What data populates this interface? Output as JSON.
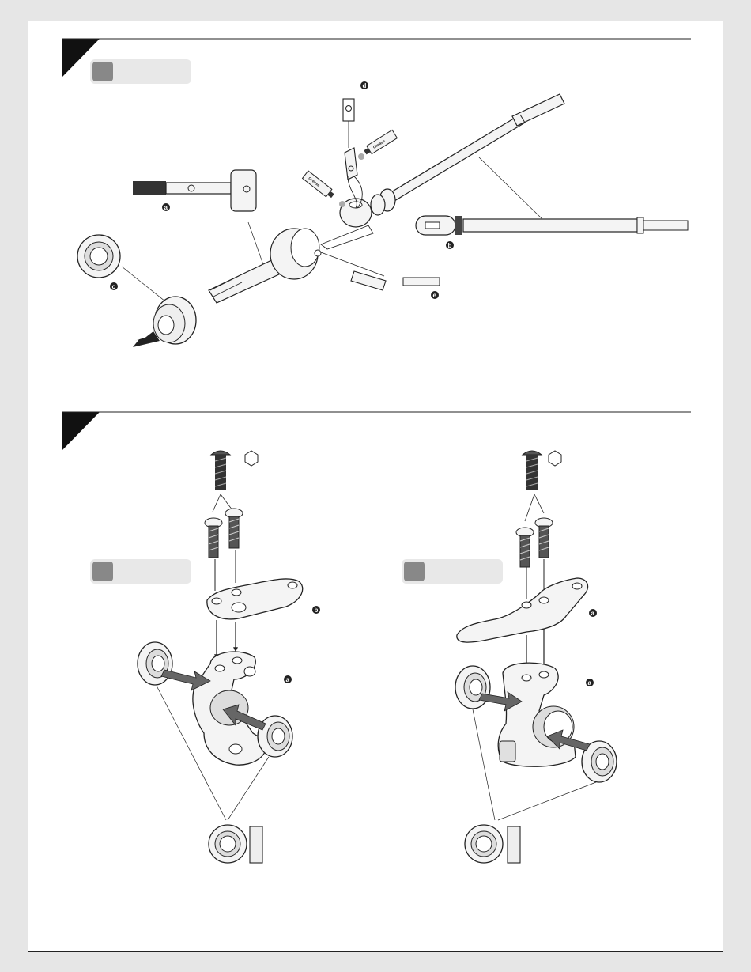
{
  "colors": {
    "page_background": "#ffffff",
    "outer_background": "#e6e6e6",
    "line": "#222222",
    "label_badge_gray": "#888888",
    "label_bar": "#e8e8e8",
    "part_fill": "#f4f4f4",
    "arrow_fill": "#666666"
  },
  "step1": {
    "part_labels": {
      "a": "a",
      "b": "b",
      "c": "c",
      "d": "d",
      "e": "e"
    },
    "grease_tube_text": "Grease"
  },
  "step2": {
    "left": {
      "part_labels": {
        "a": "a",
        "b": "b"
      }
    },
    "right": {
      "part_labels": {
        "a1": "a",
        "a2": "a"
      }
    }
  }
}
